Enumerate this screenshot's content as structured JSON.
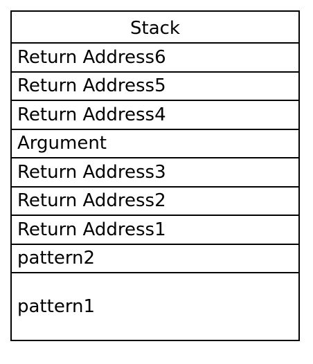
{
  "stack": {
    "title": "Stack",
    "rows": [
      {
        "label": "Return Address6"
      },
      {
        "label": "Return Address5"
      },
      {
        "label": "Return Address4"
      },
      {
        "label": "Argument"
      },
      {
        "label": "Return Address3"
      },
      {
        "label": "Return Address2"
      },
      {
        "label": "Return Address1"
      },
      {
        "label": "pattern2"
      },
      {
        "label": "pattern1"
      }
    ]
  }
}
